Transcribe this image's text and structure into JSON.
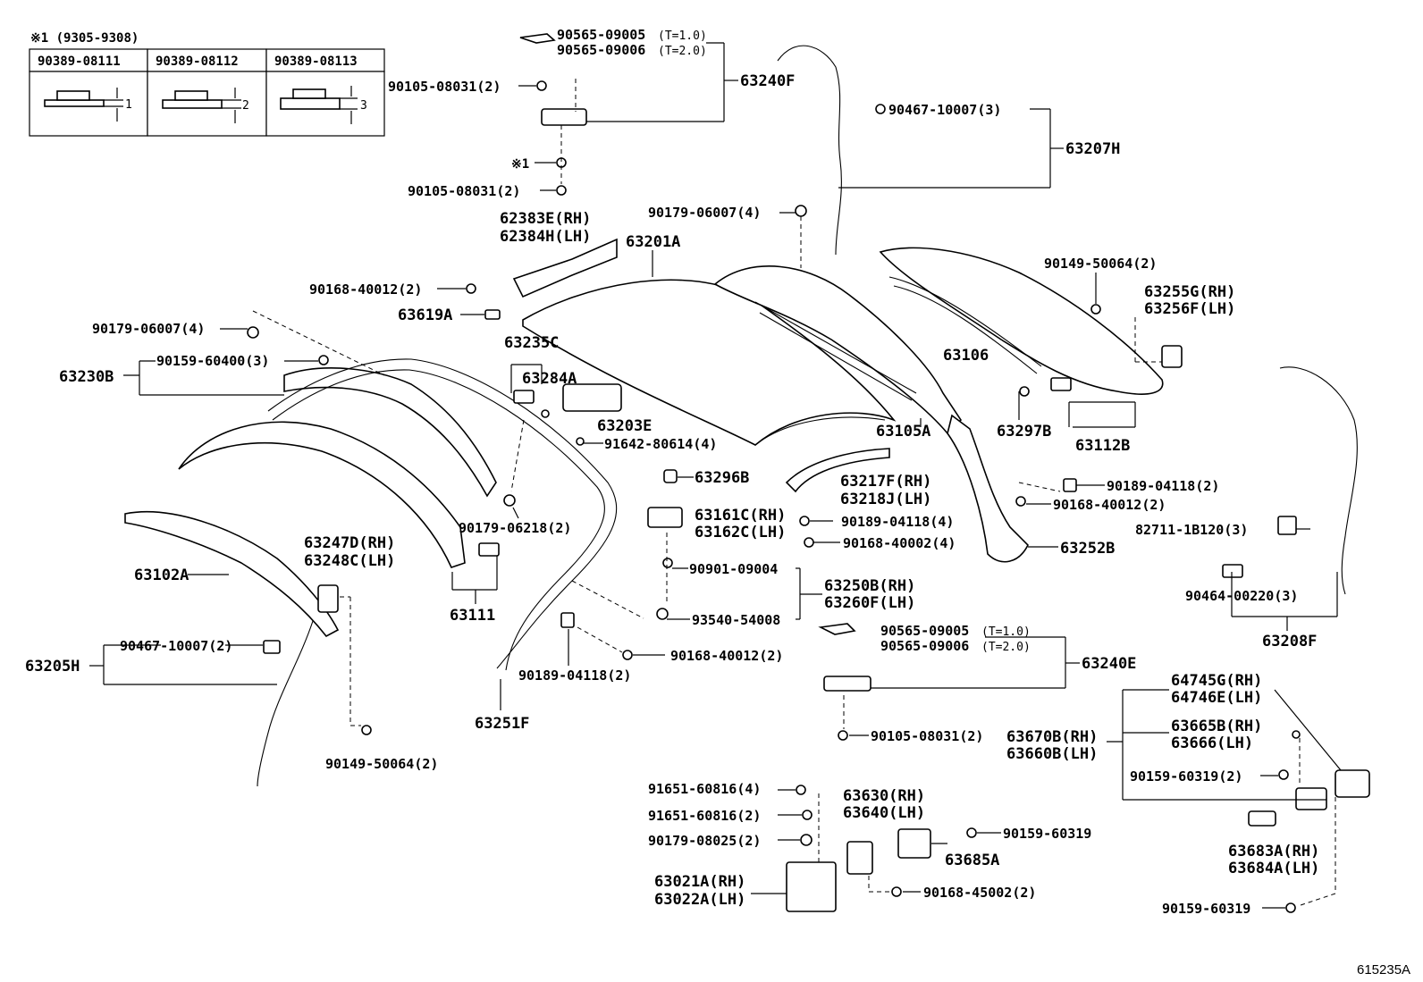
{
  "figure_id": "615235A",
  "spacer_table": {
    "note": "※1 (9305-9308)",
    "columns": [
      {
        "part": "90389-08111",
        "thickness": "1"
      },
      {
        "part": "90389-08112",
        "thickness": "2"
      },
      {
        "part": "90389-08113",
        "thickness": "3"
      }
    ]
  },
  "labels": {
    "p90565_09005_a": "90565-09005",
    "t10_a": "(T=1.0)",
    "p90565_09006_a": "90565-09006",
    "t20_a": "(T=2.0)",
    "p63240F": "63240F",
    "p90105_08031_2_a": "90105-08031(2)",
    "mark1": "※1",
    "p90105_08031_2_b": "90105-08031(2)",
    "p90467_10007_3": "90467-10007(3)",
    "p63207H": "63207H",
    "p90179_06007_4_a": "90179-06007(4)",
    "p62383E": "62383E(RH)",
    "p62384H": "62384H(LH)",
    "p63201A": "63201A",
    "p90168_40012_2_a": "90168-40012(2)",
    "p90149_50064_2_a": "90149-50064(2)",
    "p63255G": "63255G(RH)",
    "p63256F": "63256F(LH)",
    "p63619A": "63619A",
    "p90179_06007_4_b": "90179-06007(4)",
    "p63235C": "63235C",
    "p63106": "63106",
    "p90159_60400_3": "90159-60400(3)",
    "p63230B": "63230B",
    "p63284A": "63284A",
    "p63203E": "63203E",
    "p63297B": "63297B",
    "p63105A": "63105A",
    "p63112B": "63112B",
    "p91642_80614_4": "91642-80614(4)",
    "p63296B": "63296B",
    "p63217F": "63217F(RH)",
    "p63218J": "63218J(LH)",
    "p90189_04118_2_a": "90189-04118(2)",
    "p90168_40012_2_b": "90168-40012(2)",
    "p90179_06218_2": "90179-06218(2)",
    "p63161C": "63161C(RH)",
    "p63162C": "63162C(LH)",
    "p90189_04118_4": "90189-04118(4)",
    "p90168_40002_4": "90168-40002(4)",
    "p63252B": "63252B",
    "p82711_1B120_3": "82711-1B120(3)",
    "p63102A": "63102A",
    "p63247D": "63247D(RH)",
    "p63248C": "63248C(LH)",
    "p90901_09004": "90901-09004",
    "p63250B": "63250B(RH)",
    "p63260F": "63260F(LH)",
    "p90464_00220_3": "90464-00220(3)",
    "p63111": "63111",
    "p93540_54008": "93540-54008",
    "p90565_09005_b": "90565-09005",
    "t10_b": "(T=1.0)",
    "p90565_09006_b": "90565-09006",
    "t20_b": "(T=2.0)",
    "p63208F": "63208F",
    "p90467_10007_2": "90467-10007(2)",
    "p63205H": "63205H",
    "p90168_40012_2_c": "90168-40012(2)",
    "p90189_04118_2_b": "90189-04118(2)",
    "p63240E": "63240E",
    "p64745G": "64745G(RH)",
    "p64746E": "64746E(LH)",
    "p63251F": "63251F",
    "p90105_08031_2_c": "90105-08031(2)",
    "p63670B": "63670B(RH)",
    "p63660B": "63660B(LH)",
    "p63665B": "63665B(RH)",
    "p63666": "63666(LH)",
    "p90149_50064_2_b": "90149-50064(2)",
    "p90159_60319_2": "90159-60319(2)",
    "p91651_60816_4": "91651-60816(4)",
    "p63630": "63630(RH)",
    "p63640": "63640(LH)",
    "p91651_60816_2": "91651-60816(2)",
    "p90159_60319_a": "90159-60319",
    "p90179_08025_2": "90179-08025(2)",
    "p63685A": "63685A",
    "p63683A": "63683A(RH)",
    "p63684A": "63684A(LH)",
    "p63021A": "63021A(RH)",
    "p63022A": "63022A(LH)",
    "p90168_45002_2": "90168-45002(2)",
    "p90159_60319_b": "90159-60319"
  }
}
